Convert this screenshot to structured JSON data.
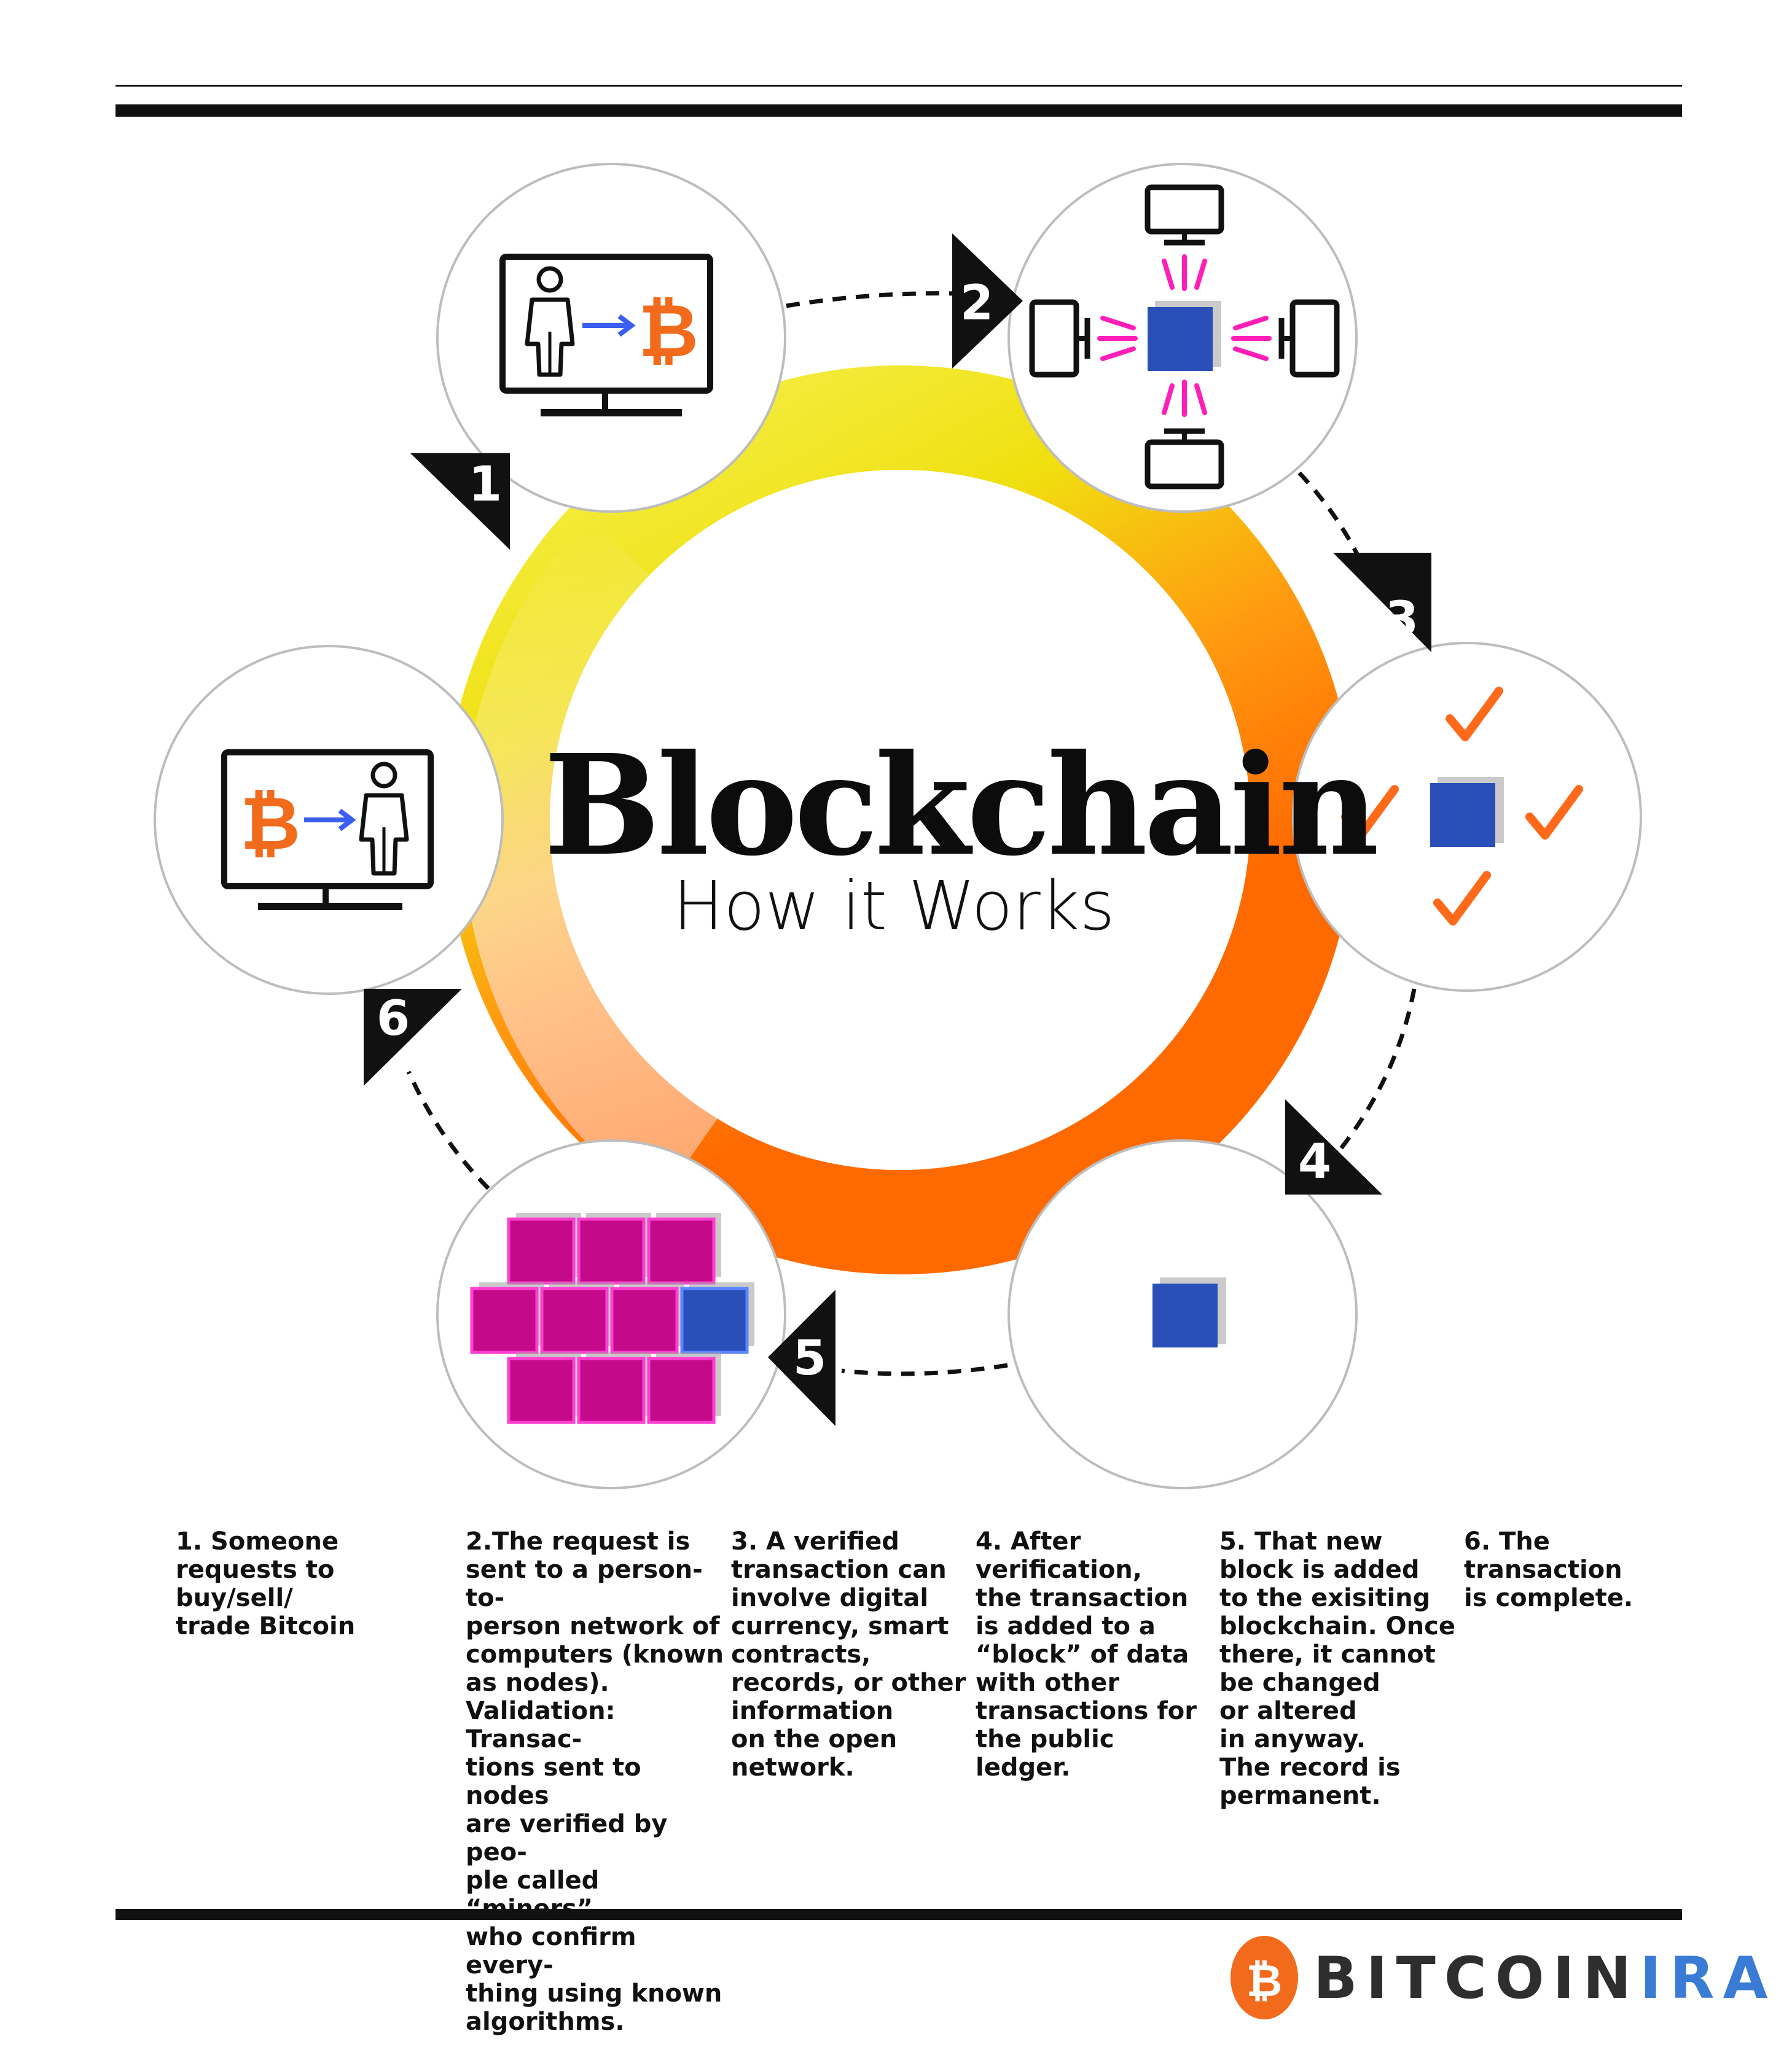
{
  "title": "Blockchain",
  "subtitle": "How it Works",
  "steps": [
    {
      "number": "1",
      "text": "1. Someone\nrequests to buy/sell/\ntrade Bitcoin"
    },
    {
      "number": "2",
      "text": "2.The request is\nsent to a person-to-\nperson network of\ncomputers (known\nas nodes).\nValidation: Transac-\ntions sent to nodes\nare verified by peo-\nple called “miners”\nwho confirm every-\nthing using known\nalgorithms."
    },
    {
      "number": "3",
      "text": "3. A verified\ntransaction can\ninvolve digital\ncurrency, smart\ncontracts,\nrecords, or other\ninformation\non the open\nnetwork."
    },
    {
      "number": "4",
      "text": "4. After\nverification,\nthe transaction\nis added to a\n“block” of data\nwith other\ntransactions for\nthe public ledger."
    },
    {
      "number": "5",
      "text": "5. That new\nblock is added\nto the exisiting\nblockchain. Once\nthere, it cannot\nbe changed\nor altered\nin anyway.\nThe record is\npermanent."
    },
    {
      "number": "6",
      "text": "6. The\ntransaction\nis complete."
    }
  ],
  "logo": {
    "part1": "BITCOIN",
    "part2": "IRA",
    "coin_glyph": "₿"
  },
  "icons": {
    "step1": "person-to-bitcoin-monitor-icon",
    "step2": "network-nodes-block-icon",
    "step3": "verified-block-checkmarks-icon",
    "step4": "new-block-icon",
    "step5": "blockchain-brick-wall-icon",
    "step6": "bitcoin-to-person-monitor-icon"
  },
  "colors": {
    "ring_yellow": "#f2e20c",
    "ring_orange": "#ff6a00",
    "bitcoin_orange": "#f26a1b",
    "block_blue": "#2b4fb8",
    "node_magenta": "#ff1fb8",
    "brick_magenta": "#c4098a",
    "check_orange": "#ff6a1a",
    "logo_blue": "#3a7bd5"
  }
}
